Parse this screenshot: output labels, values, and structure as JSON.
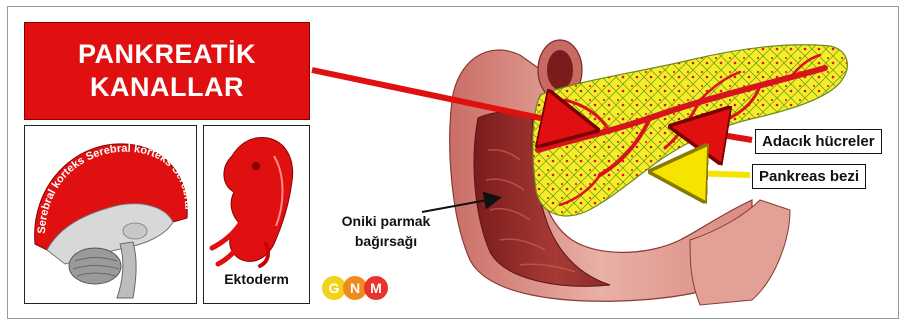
{
  "title": {
    "line1": "PANKREATİK",
    "line2": "KANALLAR"
  },
  "brain_panel": {
    "arc_text": "Serebral korteks Serebral korteks Serebral korteks"
  },
  "embryo_panel": {
    "label": "Ektoderm"
  },
  "labels": {
    "adacik": "Adacık hücreler",
    "pankreas_bezi": "Pankreas bezi",
    "duodenum_line1": "Oniki parmak",
    "duodenum_line2": "bağırsağı"
  },
  "logo": {
    "letters": [
      "G",
      "N",
      "M"
    ]
  },
  "colors": {
    "title_red": "#e01010",
    "arrow_red": "#e01010",
    "arrow_yellow": "#f5e400",
    "gland_yellow": "#f2ee28",
    "duct_red": "#d8131e",
    "tissue_pink": "#e4a49a",
    "logo_g": "#f2d21a",
    "logo_n": "#f08a1c",
    "logo_m": "#e8342a"
  },
  "icons": [
    "brain-illustration",
    "embryo-illustration",
    "pancreas-illustration",
    "gnm-logo"
  ]
}
